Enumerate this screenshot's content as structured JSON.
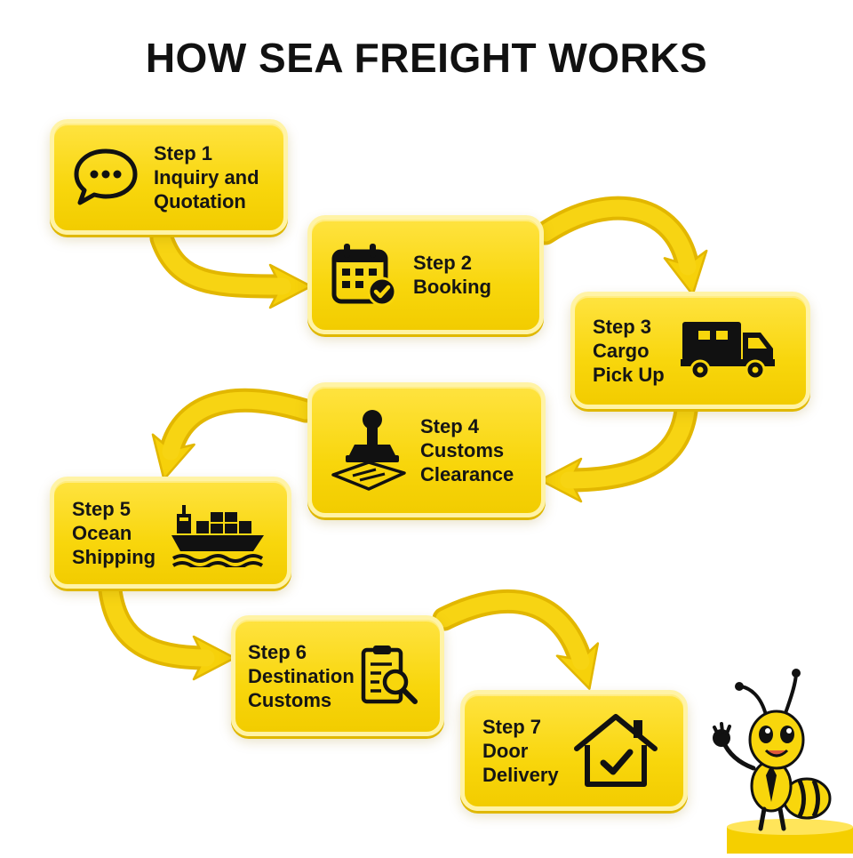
{
  "title": "HOW SEA FREIGHT WORKS",
  "colors": {
    "accent": "#f8d60c",
    "accent_dark": "#e0b800",
    "text": "#111111",
    "background": "#ffffff"
  },
  "steps": [
    {
      "step": "Step 1",
      "lines": [
        "Inquiry and",
        "Quotation"
      ],
      "icon": "chat-bubble-icon"
    },
    {
      "step": "Step 2",
      "lines": [
        "Booking"
      ],
      "icon": "calendar-check-icon"
    },
    {
      "step": "Step 3",
      "lines": [
        "Cargo",
        "Pick Up"
      ],
      "icon": "delivery-truck-icon"
    },
    {
      "step": "Step 4",
      "lines": [
        "Customs",
        "Clearance"
      ],
      "icon": "rubber-stamp-icon"
    },
    {
      "step": "Step 5",
      "lines": [
        "Ocean",
        "Shipping"
      ],
      "icon": "cargo-ship-icon"
    },
    {
      "step": "Step 6",
      "lines": [
        "Destination",
        "Customs"
      ],
      "icon": "clipboard-search-icon"
    },
    {
      "step": "Step 7",
      "lines": [
        "Door",
        "Delivery"
      ],
      "icon": "house-check-icon"
    }
  ],
  "mascot": {
    "icon": "waving-bee-mascot-icon"
  }
}
